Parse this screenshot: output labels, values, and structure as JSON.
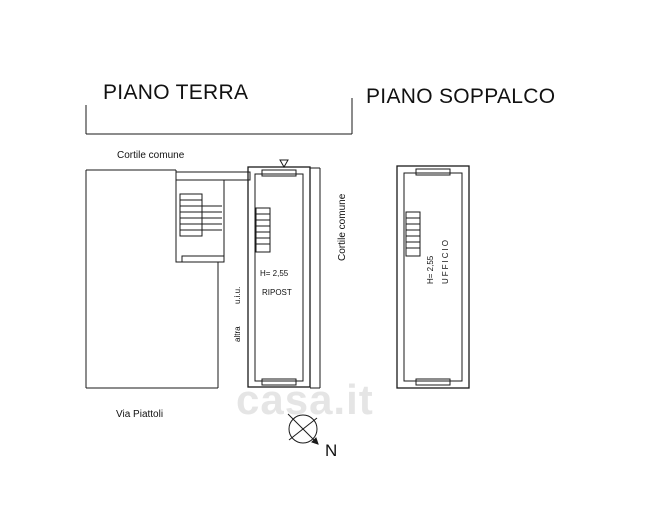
{
  "titles": {
    "ground_floor": "PIANO TERRA",
    "mezzanine": "PIANO SOPPALCO"
  },
  "labels": {
    "courtyard_top": "Cortile comune",
    "courtyard_side": "Cortile comune",
    "street": "Via Piattoli",
    "uiu": "u.i.u.",
    "altra": "altra",
    "height_ground": "H= 2,55",
    "room_ground": "RIPOST",
    "height_mezz": "H= 2,55",
    "room_mezz": "UFFICIO",
    "north": "N"
  },
  "watermark": "casa.it",
  "colors": {
    "line": "#1a1a1a",
    "background": "#ffffff"
  }
}
